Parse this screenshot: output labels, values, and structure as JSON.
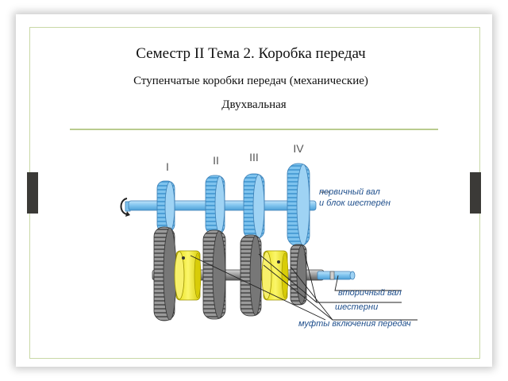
{
  "slide": {
    "title": "Семестр II Тема 2. Коробка передач",
    "subtitle": "Ступенчатые коробки передач (механические)",
    "section": "Двухвальная"
  },
  "diagram": {
    "gear_numbers": [
      "I",
      "II",
      "III",
      "IV"
    ],
    "labels": {
      "primary_shaft_line1": "первичный вал",
      "primary_shaft_line2": "и блок шестерён",
      "secondary_shaft": "вторичный вал",
      "gears": "шестерни",
      "couplings": "муфты включения передач"
    },
    "colors": {
      "primary_gear": "#7ec3ee",
      "primary_gear_dark": "#4d9fd6",
      "secondary_gear": "#8a8a8a",
      "secondary_gear_dark": "#4a4a4a",
      "coupling": "#f4ee24",
      "label_text": "#1f4f8c"
    }
  }
}
